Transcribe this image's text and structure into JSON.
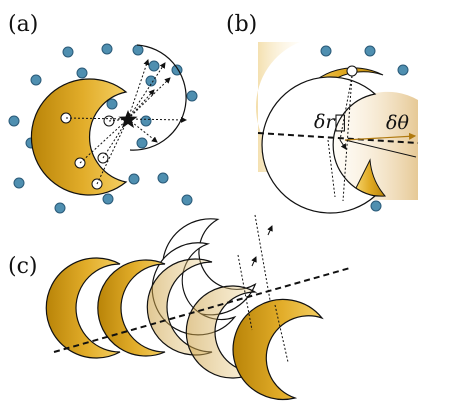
{
  "panels": {
    "a": {
      "label": "(a)"
    },
    "b": {
      "label": "(b)",
      "dr_label": "δr⃗",
      "dtheta_label": "δθ"
    },
    "c": {
      "label": "(c)"
    }
  },
  "colors": {
    "particle": "#4f8fb0",
    "particle_edge": "#2a5a78",
    "gold_dark": "#c8961a",
    "gold_light": "#e6b437",
    "outline": "#111111"
  }
}
